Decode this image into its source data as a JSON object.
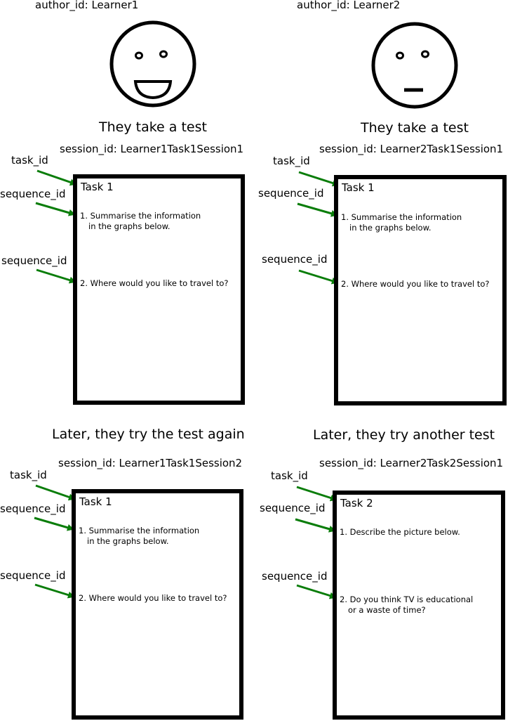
{
  "learners": [
    {
      "author_label": "author_id: Learner1",
      "face": "happy",
      "action": "They take a test",
      "session": "session_id: Learner1Task1Session1",
      "task_title": "Task 1",
      "questions": [
        {
          "line1": "1. Summarise the information",
          "line2": "in the graphs below."
        },
        {
          "line1": "2. Where would you like to travel to?",
          "line2": ""
        }
      ]
    },
    {
      "author_label": "author_id: Learner2",
      "face": "neutral",
      "action": "They take a test",
      "session": "session_id: Learner2Task1Session1",
      "task_title": "Task 1",
      "questions": [
        {
          "line1": "1. Summarise the information",
          "line2": "in the graphs below."
        },
        {
          "line1": "2. Where would you like to travel to?",
          "line2": ""
        }
      ]
    }
  ],
  "later": [
    {
      "action": "Later, they try the test again",
      "session": "session_id: Learner1Task1Session2",
      "task_title": "Task 1",
      "questions": [
        {
          "line1": "1. Summarise the information",
          "line2": "in the graphs below."
        },
        {
          "line1": "2. Where would you like to travel to?",
          "line2": ""
        }
      ]
    },
    {
      "action": "Later, they try another test",
      "session": "session_id: Learner2Task2Session1",
      "task_title": "Task 2",
      "questions": [
        {
          "line1": "1. Describe the picture below.",
          "line2": ""
        },
        {
          "line1": "2. Do you think TV is educational",
          "line2": "or a waste of time?"
        }
      ]
    }
  ],
  "labels": {
    "task_id": "task_id",
    "sequence_id": "sequence_id"
  },
  "colors": {
    "arrow": "#0a7d0a",
    "outline": "#000000"
  }
}
